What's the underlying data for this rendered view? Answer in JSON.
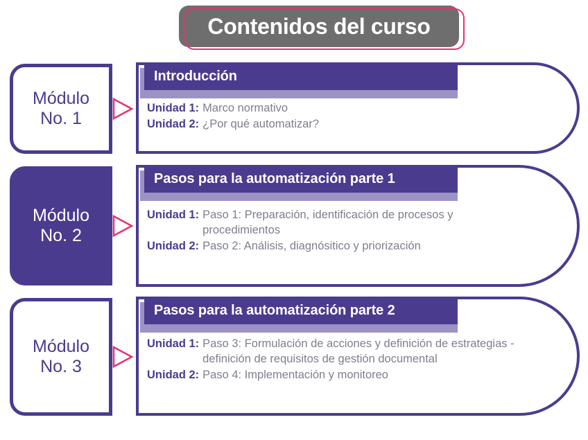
{
  "title": {
    "text": "Contenidos del curso",
    "plate_color": "#6E6E6E",
    "outline_color": "#E8336A",
    "text_color": "#FFFFFF"
  },
  "theme": {
    "purple_dark": "#4B3B8F",
    "purple_light": "#9C93C4",
    "gray_text": "#7D7F8C",
    "pink": "#E8336A",
    "white": "#FFFFFF"
  },
  "modules": [
    {
      "label": "Módulo\nNo. 1",
      "style": "outline",
      "arrow_icon": "triangle-right-icon",
      "card": {
        "header": "Introducción",
        "units": [
          {
            "key": "Unidad 1:",
            "value": "Marco normativo"
          },
          {
            "key": "Unidad 2:",
            "value": "¿Por qué automatizar?"
          }
        ]
      }
    },
    {
      "label": "Módulo\nNo. 2",
      "style": "filled",
      "arrow_icon": "triangle-right-icon",
      "card": {
        "header": "Pasos para la automatización parte 1",
        "units": [
          {
            "key": "Unidad 1:",
            "value": "Paso 1: Preparación, identificación de procesos y procedimientos"
          },
          {
            "key": "Unidad 2:",
            "value": "Paso 2: Análisis, diagnósitico y priorización"
          }
        ]
      }
    },
    {
      "label": "Módulo\nNo. 3",
      "style": "outline",
      "arrow_icon": "triangle-right-icon",
      "card": {
        "header": "Pasos para la automatización parte 2",
        "units": [
          {
            "key": "Unidad 1:",
            "value": "Paso 3: Formulación de acciones y definición de estrategias - definición de requisitos de gestión documental"
          },
          {
            "key": "Unidad 2:",
            "value": "Paso 4: Implementación y monitoreo"
          }
        ]
      }
    }
  ]
}
